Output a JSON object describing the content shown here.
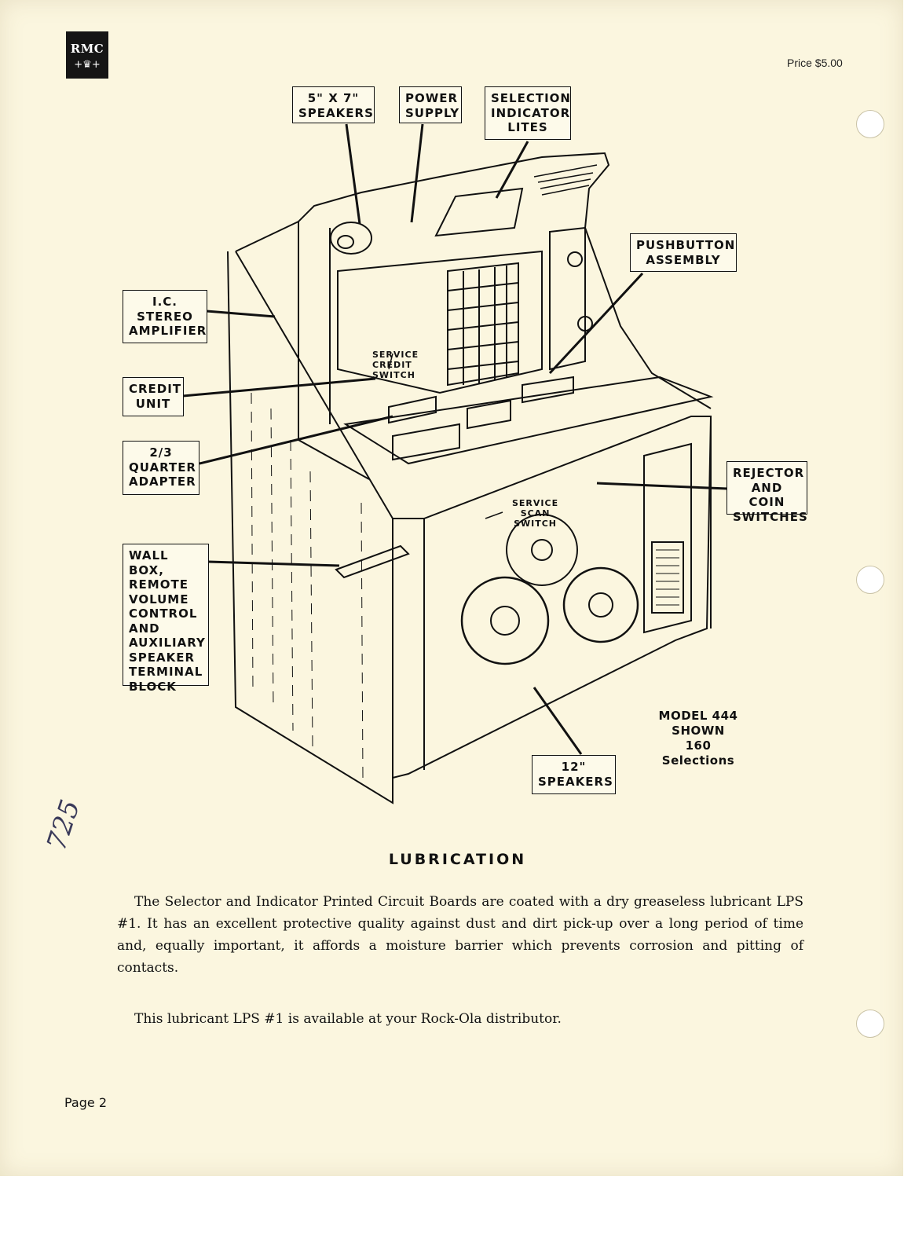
{
  "logo": {
    "text": "RMC"
  },
  "price": "Price $5.00",
  "callouts": {
    "speakers_5x7": "5\" X 7\"\nSPEAKERS",
    "power_supply": "POWER\nSUPPLY",
    "selection_indicator": "SELECTION\nINDICATOR\nLITES",
    "ic_stereo_amp": "I.C.\nSTEREO\nAMPLIFIER",
    "pushbutton_assembly": "PUSHBUTTON\nASSEMBLY",
    "credit_unit": "CREDIT\nUNIT",
    "quarter_adapter": "2/3\nQUARTER\nADAPTER",
    "rejector_coin": "REJECTOR\nAND COIN\nSWITCHES",
    "wall_box": "WALL BOX,\nREMOTE\nVOLUME\nCONTROL\n   AND\nAUXILIARY\nSPEAKER\nTERMINAL\n  BLOCK",
    "speakers_12": "12\"\nSPEAKERS"
  },
  "sublabels": {
    "service_credit": "SERVICE\nCREDIT\nSWITCH",
    "service_scan": "SERVICE\nSCAN\nSWITCH"
  },
  "model_note": {
    "line1": "MODEL 444",
    "line2": "SHOWN",
    "line3": "160 Selections"
  },
  "handwritten": "725",
  "heading": "LUBRICATION",
  "paragraphs": {
    "p1": "The Selector and Indicator Printed Circuit Boards are coated with a dry greaseless lubricant LPS #1. It has an excellent protective quality against dust and dirt pick-up over a long period of time and, equally important, it affords a moisture barrier which prevents corrosion and pitting of contacts.",
    "p2": "This lubricant LPS #1 is available at your Rock-Ola distributor."
  },
  "page_number": "Page 2"
}
